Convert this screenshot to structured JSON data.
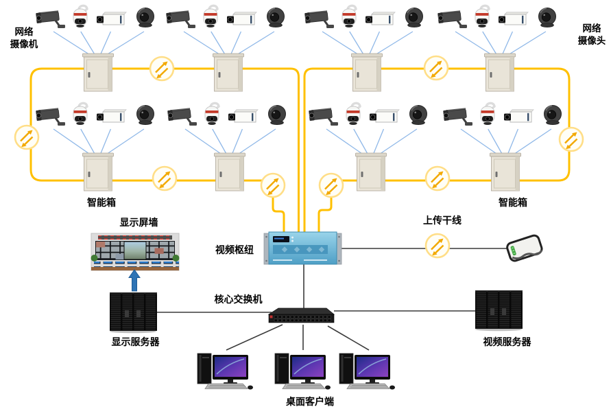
{
  "diagram": {
    "kind": "video-surveillance-network-topology"
  },
  "labels": {
    "network_camera_left_line1": "网络",
    "network_camera_left_line2": "摄像机",
    "network_camera_right_line1": "网络",
    "network_camera_right_line2": "摄像头",
    "smart_box_left": "智能箱",
    "smart_box_right": "智能箱",
    "display_wall": "显示屏墙",
    "video_hub": "视频枢纽",
    "upload_trunk": "上传干线",
    "core_switch": "核心交换机",
    "display_server": "显示服务器",
    "video_server": "视频服务器",
    "desktop_clients": "桌面客户端"
  },
  "structure": {
    "camera_cluster_rows": 2,
    "clusters_per_row": 4,
    "cameras_per_cluster": 4,
    "camera_types": [
      "bullet-camera",
      "ptz-dome-camera",
      "box-camera",
      "eyeball-dome-camera"
    ],
    "smart_box_count": 8,
    "desktop_client_count": 3,
    "link_badge_count": 9,
    "topology": [
      "cameras -> smart-box (blue lines)",
      "smart-boxes -> yellow fiber ring trunks -> video-hub",
      "video-hub -> upload-trunk -> gateway-device",
      "video-hub -> core-switch",
      "core-switch -> display-server, video-server, desktop-clients",
      "display-server -> display-wall (blue up arrow)"
    ]
  },
  "icons": {
    "link_badge": "bidirectional-arrows-icon",
    "wall_uplink": "up-arrow-icon",
    "camera_types": [
      "bullet-camera-icon",
      "ptz-dome-camera-icon",
      "box-camera-icon",
      "eyeball-dome-camera-icon"
    ]
  },
  "colors": {
    "trunk_yellow": "#FFC000",
    "badge_ring": "#FFDE87",
    "badge_arrow": "#F2A900",
    "cam_link": "#8FB8E8",
    "conn_line": "#3A3A3A",
    "uplink_blue": "#2E74B5",
    "hub_blue": "#5FB0D5"
  }
}
